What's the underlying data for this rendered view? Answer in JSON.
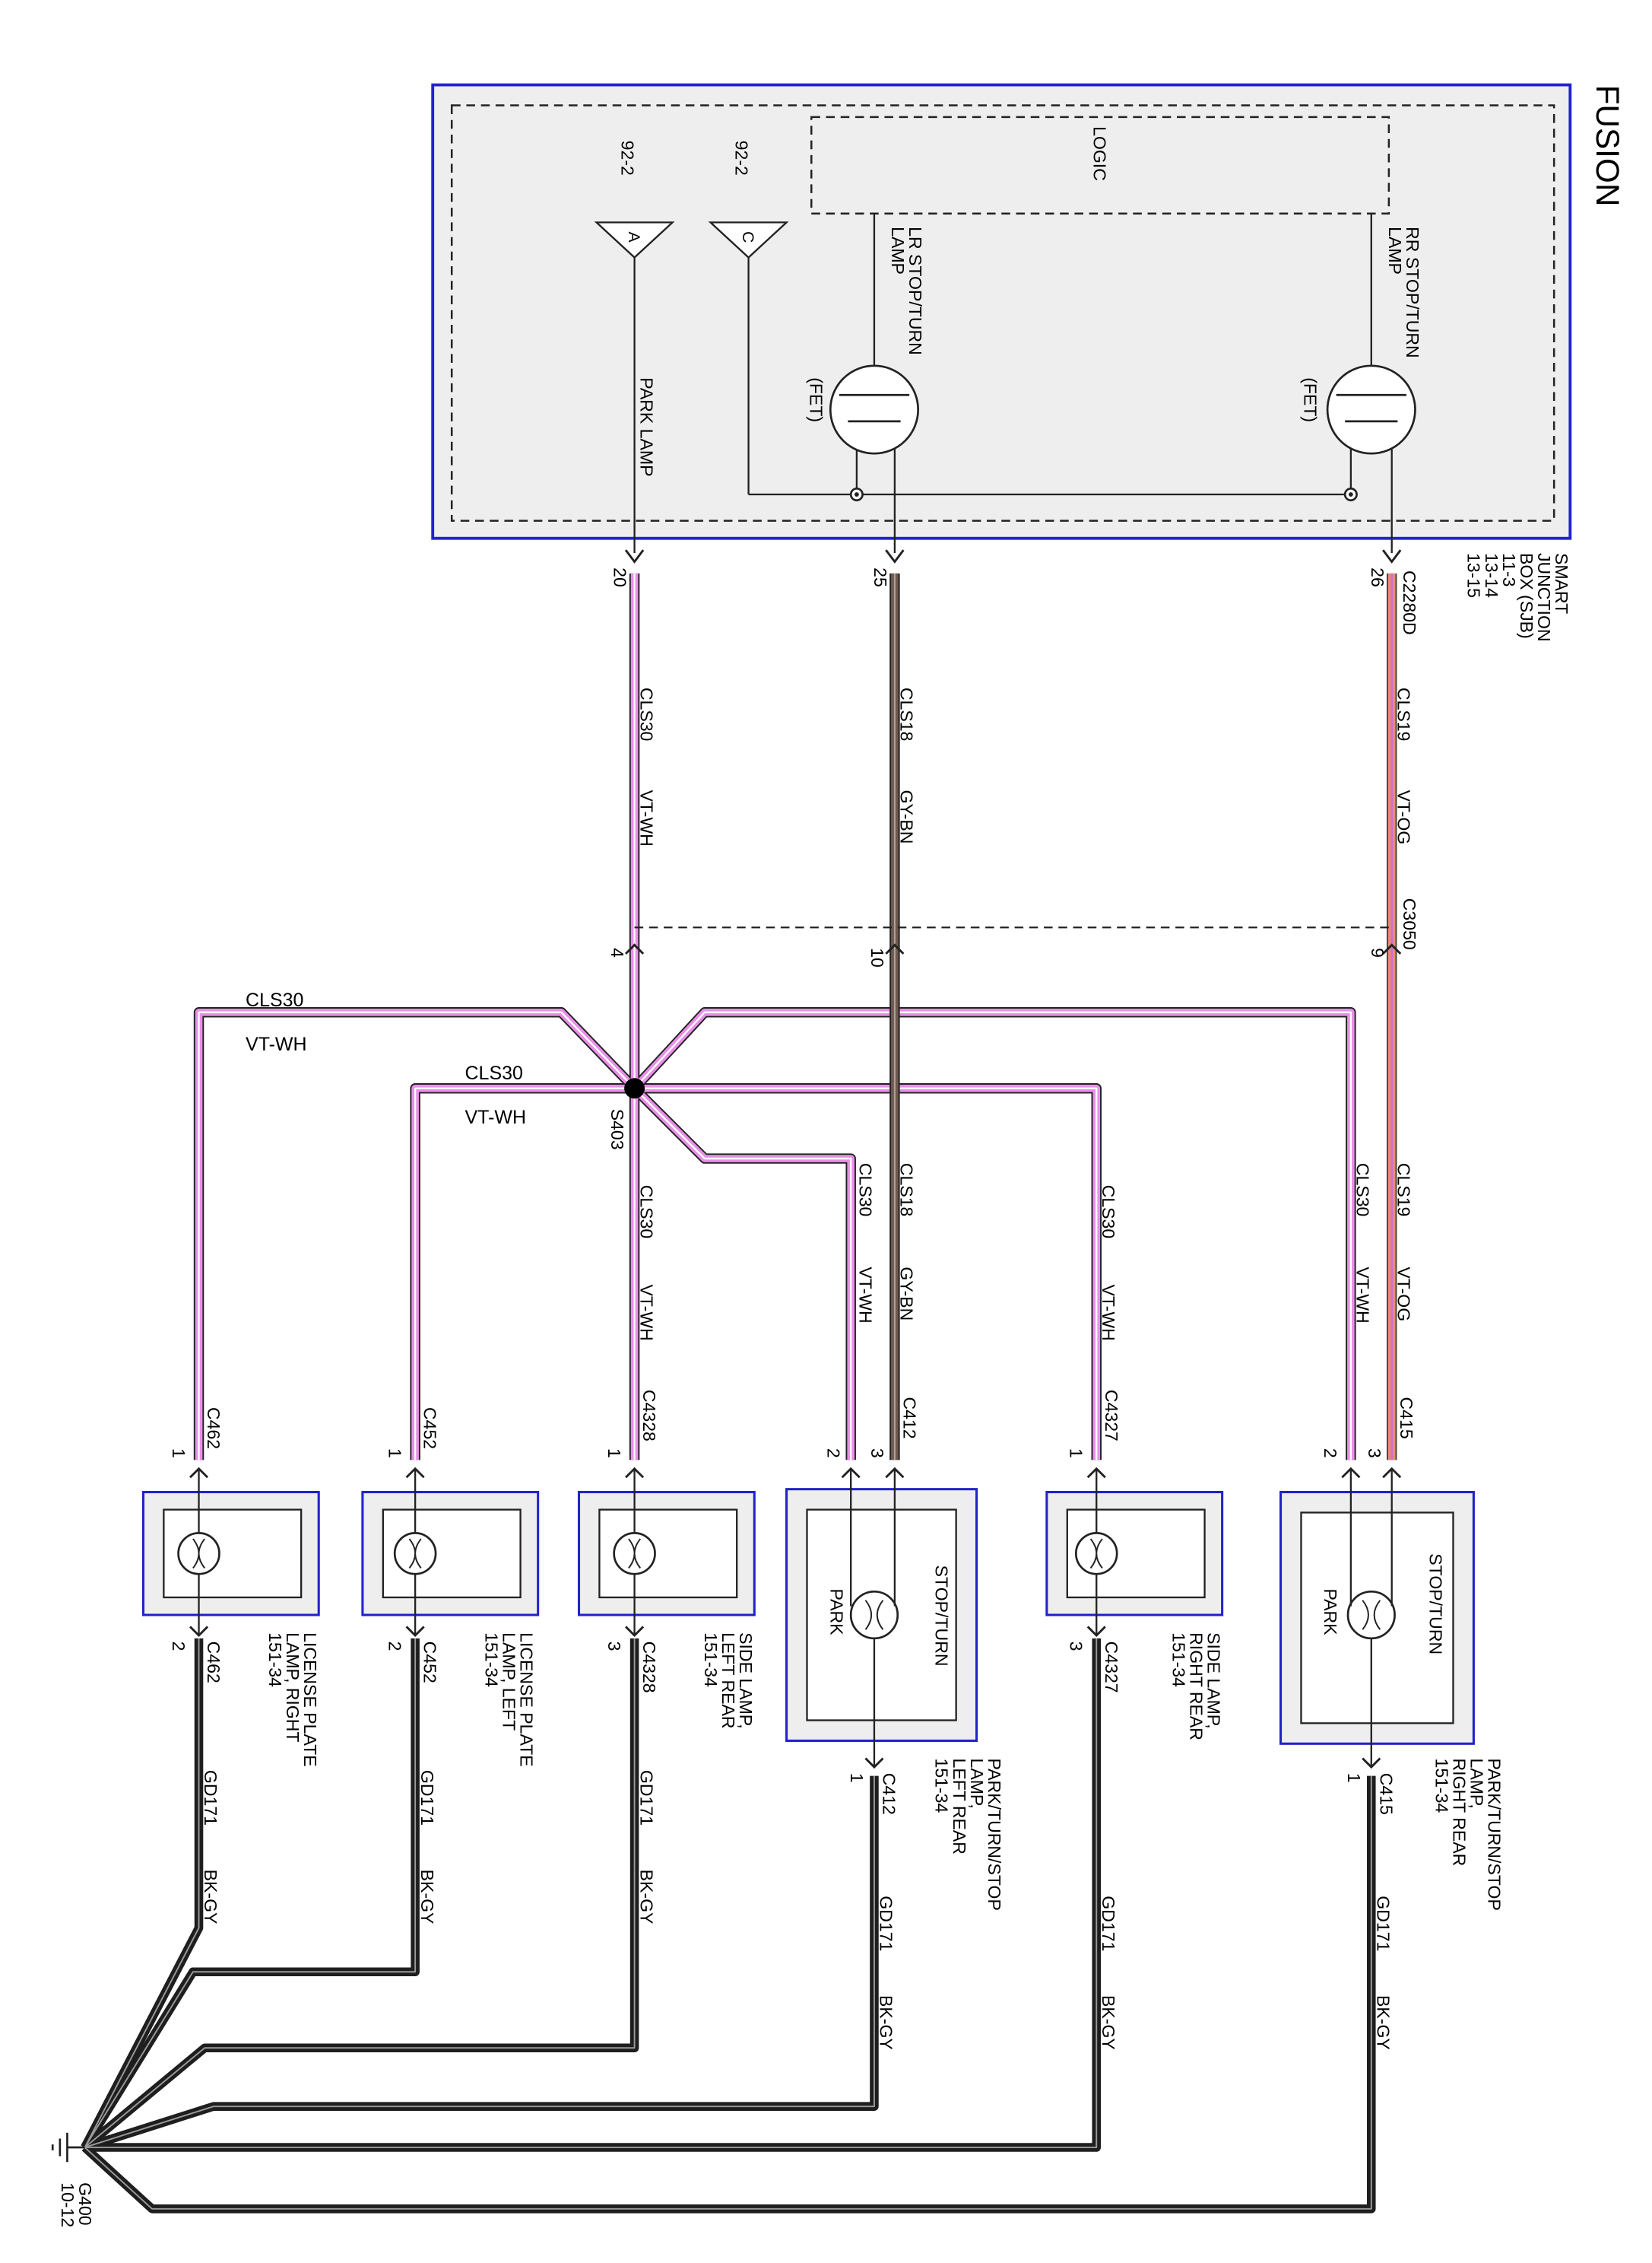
{
  "title": "FUSION",
  "module": {
    "name_lines": [
      "SMART",
      "JUNCTION",
      "BOX (SJB)",
      "11-3",
      "13-14",
      "13-15"
    ],
    "connector": "C2280D",
    "logic_label": "LOGIC",
    "ref_a": "92-2",
    "ref_c": "92-2",
    "letter_a": "A",
    "letter_c": "C",
    "park_lamp": "PARK LAMP",
    "lr_label_lines": [
      "LR STOP/TURN",
      "LAMP"
    ],
    "rr_label_lines": [
      "RR STOP/TURN",
      "LAMP"
    ],
    "fet": "(FET)",
    "pins": {
      "park": "20",
      "lr": "25",
      "rr": "26"
    }
  },
  "wire_labels": {
    "cls30": "CLS30",
    "cls18": "CLS18",
    "cls19": "CLS19",
    "gd171": "GD171",
    "vtwh": "VT-WH",
    "gybn": "GY-BN",
    "vtog": "VT-OG",
    "bkgy": "BK-GY"
  },
  "inline_connector": {
    "name": "C3050",
    "pins": {
      "park": "4",
      "lr": "10",
      "rr": "9"
    }
  },
  "splice": "S403",
  "components": [
    {
      "id": "lp-right",
      "lines": [
        "LICENSE PLATE",
        "LAMP, RIGHT",
        "151-34"
      ],
      "connector": "C462",
      "pin_top": "1",
      "pin_bottom": "2"
    },
    {
      "id": "lp-left",
      "lines": [
        "LICENSE PLATE",
        "LAMP, LEFT",
        "151-34"
      ],
      "connector": "C452",
      "pin_top": "1",
      "pin_bottom": "2"
    },
    {
      "id": "side-lr",
      "lines": [
        "SIDE LAMP,",
        "LEFT REAR",
        "151-34"
      ],
      "connector": "C4328",
      "pin_top": "1",
      "pin_bottom": "3"
    },
    {
      "id": "ptl-lr",
      "lines": [
        "PARK/TURN/STOP",
        "LAMP,",
        "LEFT REAR",
        "151-34"
      ],
      "connector": "C412",
      "pin_top_a": "2",
      "pin_top_b": "3",
      "pin_bottom": "1",
      "inner_top": "STOP/TURN",
      "inner_bottom": "PARK"
    },
    {
      "id": "side-rr",
      "lines": [
        "SIDE LAMP,",
        "RIGHT REAR",
        "151-34"
      ],
      "connector": "C4327",
      "pin_top": "1",
      "pin_bottom": "3"
    },
    {
      "id": "ptl-rr",
      "lines": [
        "PARK/TURN/STOP",
        "LAMP,",
        "RIGHT REAR",
        "151-34"
      ],
      "connector": "C415",
      "pin_top_a": "2",
      "pin_top_b": "3",
      "pin_bottom": "1",
      "inner_top": "STOP/TURN",
      "inner_bottom": "PARK"
    }
  ],
  "ground": {
    "name": "G400",
    "ref": "10-12"
  },
  "colors": {
    "vtwh": "#e890e8",
    "vtog": "#ee8a6c",
    "gybn": "#6e5a50",
    "bkgy": "#1e1e1e",
    "box_border": "#2222cc",
    "box_fill": "#eeeeee",
    "line": "#222222"
  }
}
